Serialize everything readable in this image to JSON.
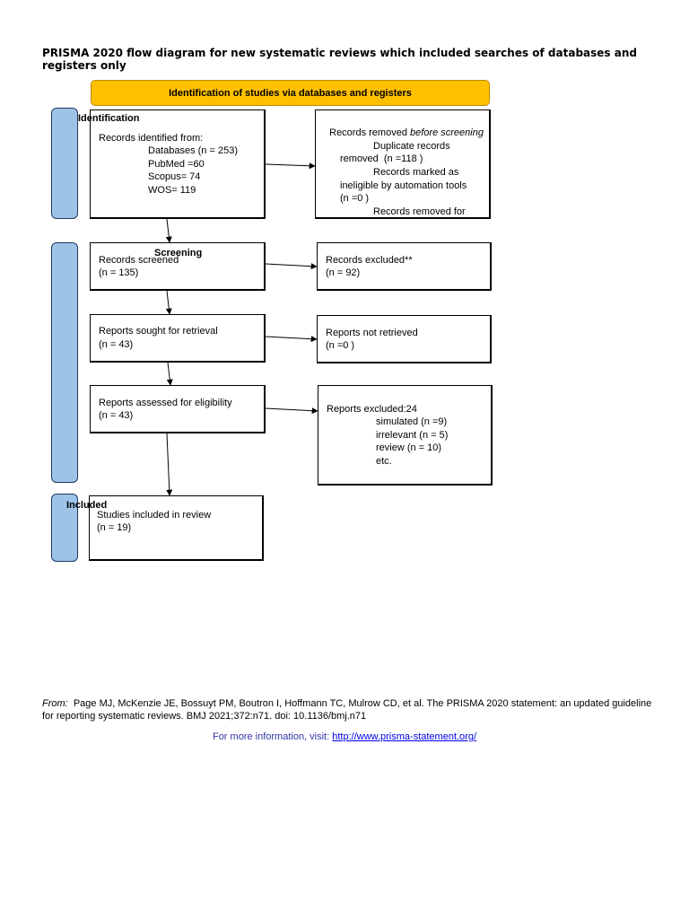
{
  "title": "PRISMA 2020 flow diagram for new systematic reviews which included searches of databases and registers only",
  "banner": "Identification of studies via databases and registers",
  "phases": {
    "identification": "Identification",
    "screening": "Screening",
    "included": "Included"
  },
  "identified": {
    "heading": "Records identified from:",
    "databases": "Databases (n = 253)",
    "pubmed": "PubMed =60",
    "scopus": "Scopus= 74",
    "wos": "WOS= 119"
  },
  "removed": {
    "prefix": "Records removed ",
    "italic": "before screening",
    "suffix": ":",
    "duplicates_label": "Duplicate records",
    "duplicates_value": "removed  (n =118 )",
    "automation_label": "Records marked as",
    "automation_value": "ineligible by automation tools",
    "automation_count": "(n =0 )",
    "other_label": "Records removed for"
  },
  "screened": {
    "label": "Records screened",
    "count": "(n = 135)"
  },
  "excluded": {
    "label": "Records excluded**",
    "count": "(n = 92)"
  },
  "sought": {
    "label": "Reports sought for retrieval",
    "count": "(n = 43)"
  },
  "not_retrieved": {
    "label": "Reports not retrieved",
    "count": "(n =0 )"
  },
  "assessed": {
    "label": "Reports assessed for eligibility",
    "count": "(n = 43)"
  },
  "reports_excluded": {
    "label": "Reports excluded:24",
    "reasons": [
      "simulated (n =9)",
      "irrelevant (n = 5)",
      "review (n = 10)",
      "etc."
    ]
  },
  "included": {
    "label": "Studies included in review",
    "count": "(n = 19)"
  },
  "footer": {
    "from_label": "From:",
    "citation": "  Page MJ, McKenzie JE, Bossuyt PM, Boutron I, Hoffmann TC, Mulrow CD, et al. The PRISMA 2020 statement: an updated guideline for reporting systematic reviews. BMJ 2021;372:n71. doi: 10.1136/bmj.n71",
    "more_info": "For more information, visit: ",
    "link": "http://www.prisma-statement.org/"
  },
  "colors": {
    "banner": "#ffc000",
    "phase_tab": "#9dc3e6",
    "phase_tab_border": "#1f3864",
    "link": "#0000ee"
  }
}
